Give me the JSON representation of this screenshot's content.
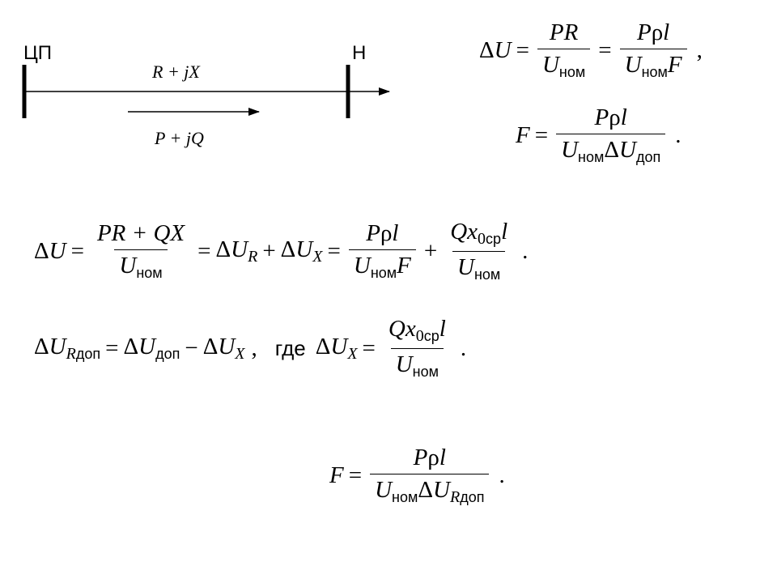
{
  "diagram": {
    "left_node_label": "ЦП",
    "right_node_label": "Н",
    "impedance_label": "R + jX",
    "power_label": "P + jQ"
  },
  "symbols": {
    "delta": "Δ",
    "rho": "ρ",
    "equals": "=",
    "plus": "+",
    "minus": "−",
    "comma": ",",
    "period": "."
  },
  "formula_delta_u_simple": {
    "lhs_delta": "Δ",
    "lhs_var": "U",
    "frac1_num": "PR",
    "frac1_den_var": "U",
    "frac1_den_sub": "ном",
    "frac2_num_p": "P",
    "frac2_num_rho": "ρ",
    "frac2_num_l": "l",
    "frac2_den_var": "U",
    "frac2_den_sub": "ном",
    "frac2_den_f": "F",
    "punct": ","
  },
  "formula_f_first": {
    "lhs": "F",
    "num_p": "P",
    "num_rho": "ρ",
    "num_l": "l",
    "den_var1": "U",
    "den_sub1": "ном",
    "den_delta": "Δ",
    "den_var2": "U",
    "den_sub2": "доп",
    "punct": "."
  },
  "formula_delta_u_full": {
    "lhs_delta": "Δ",
    "lhs_var": "U",
    "frac1_num": "PR + QX",
    "frac1_den_var": "U",
    "frac1_den_sub": "ном",
    "term_r_delta": "Δ",
    "term_r_var": "U",
    "term_r_sub": "R",
    "term_x_delta": "Δ",
    "term_x_var": "U",
    "term_x_sub": "X",
    "frac2_num_p": "P",
    "frac2_num_rho": "ρ",
    "frac2_num_l": "l",
    "frac2_den_var": "U",
    "frac2_den_sub": "ном",
    "frac2_den_f": "F",
    "frac3_num_q": "Q",
    "frac3_num_x": "x",
    "frac3_num_sub_0": "0",
    "frac3_num_sub_ru": "ср",
    "frac3_num_l": "l",
    "frac3_den_var": "U",
    "frac3_den_sub": "ном",
    "punct": "."
  },
  "formula_delta_ur_allowed": {
    "lhs_delta": "Δ",
    "lhs_var": "U",
    "lhs_sub_it": "R",
    "lhs_sub_ru": "доп",
    "rhs1_delta": "Δ",
    "rhs1_var": "U",
    "rhs1_sub": "доп",
    "rhs2_delta": "Δ",
    "rhs2_var": "U",
    "rhs2_sub": "X",
    "comma": ",",
    "where_word": "где",
    "def_delta": "Δ",
    "def_var": "U",
    "def_sub": "X",
    "frac_num_q": "Q",
    "frac_num_x": "x",
    "frac_num_sub_0": "0",
    "frac_num_sub_ru": "ср",
    "frac_num_l": "l",
    "frac_den_var": "U",
    "frac_den_sub": "ном",
    "punct": "."
  },
  "formula_f_final": {
    "lhs": "F",
    "num_p": "P",
    "num_rho": "ρ",
    "num_l": "l",
    "den_var1": "U",
    "den_sub1": "ном",
    "den_delta": "Δ",
    "den_var2": "U",
    "den_sub2_it": "R",
    "den_sub2_ru": "доп",
    "punct": "."
  }
}
